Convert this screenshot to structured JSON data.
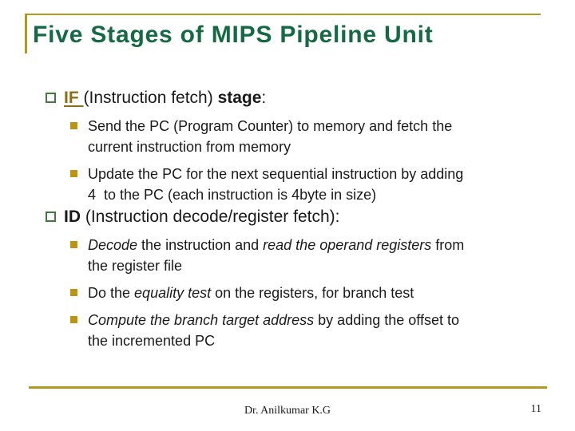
{
  "slide": {
    "title": "Five Stages of MIPS Pipeline Unit",
    "colors": {
      "accent_gold": "#b4981c",
      "title_green": "#156a44",
      "if_keyword_olive": "#8e6e12",
      "level1_bullet_green": "#41793f",
      "level2_bullet_gold": "#bd9310",
      "body_text": "#1a1a1a"
    },
    "bullet_icons": {
      "level1": "hollow-square-bullet",
      "level2": "filled-square-bullet"
    },
    "sections": [
      {
        "heading_runs": [
          {
            "text": "IF ",
            "style": "if"
          },
          {
            "text": "(Instruction fetch) ",
            "style": "normal"
          },
          {
            "text": "stage",
            "style": "bold"
          },
          {
            "text": ":",
            "style": "normal"
          }
        ],
        "items": [
          {
            "runs": [
              {
                "text": "Send the PC (Program Counter) to memory and fetch the\ncurrent instruction from memory",
                "style": "normal"
              }
            ]
          },
          {
            "runs": [
              {
                "text": "Update the PC for the next sequential instruction by adding\n4  to the PC (each instruction is 4byte in size)",
                "style": "normal"
              }
            ]
          }
        ]
      },
      {
        "heading_runs": [
          {
            "text": "ID",
            "style": "bold"
          },
          {
            "text": " (Instruction decode/register fetch):",
            "style": "normal"
          }
        ],
        "items": [
          {
            "runs": [
              {
                "text": "Decode",
                "style": "italic"
              },
              {
                "text": " the instruction and ",
                "style": "normal"
              },
              {
                "text": "read the operand registers",
                "style": "italic"
              },
              {
                "text": " from\nthe register file",
                "style": "normal"
              }
            ]
          },
          {
            "runs": [
              {
                "text": "Do the ",
                "style": "normal"
              },
              {
                "text": "equality test",
                "style": "italic"
              },
              {
                "text": " on the registers, for branch test",
                "style": "normal"
              }
            ]
          },
          {
            "runs": [
              {
                "text": "Compute the branch target address",
                "style": "italic"
              },
              {
                "text": " by adding the offset to\nthe incremented PC",
                "style": "normal"
              }
            ]
          }
        ]
      }
    ],
    "footer": {
      "author": "Dr. Anilkumar K.G",
      "page_number": "11"
    }
  }
}
